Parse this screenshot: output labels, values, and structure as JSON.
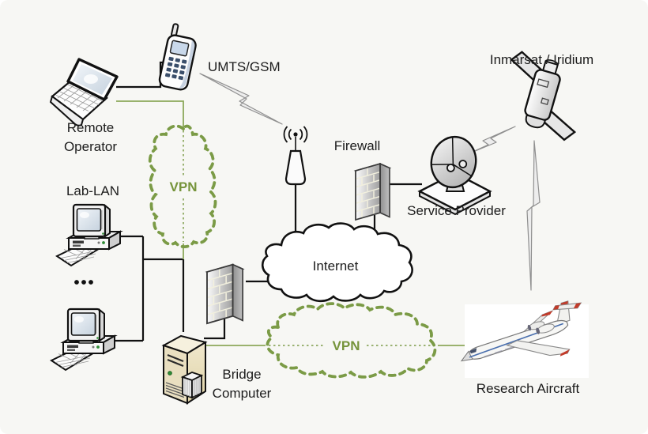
{
  "diagram": {
    "type": "network-architecture-diagram",
    "labels": {
      "remote_operator": "Remote\nOperator",
      "umts_gsm": "UMTS/GSM",
      "inmarsat": "Inmarsat / Iridium",
      "lab_lan": "Lab-LAN",
      "ellipsis": "...",
      "firewall": "Firewall",
      "service_provider": "Service Provider",
      "internet": "Internet",
      "bridge_computer": "Bridge\nComputer",
      "research_aircraft": "Research Aircraft",
      "vpn_tunnel_1": "VPN",
      "vpn_tunnel_2": "VPN"
    },
    "nodes": [
      {
        "id": "remote-operator",
        "icon": "laptop-icon",
        "label": "Remote Operator"
      },
      {
        "id": "umts-gsm",
        "icon": "mobile-phone-icon",
        "label": "UMTS/GSM"
      },
      {
        "id": "cell-antenna",
        "icon": "antenna-icon",
        "label": ""
      },
      {
        "id": "inmarsat-iridium",
        "icon": "satellite-icon",
        "label": "Inmarsat / Iridium"
      },
      {
        "id": "lab-lan",
        "icon": "desktop-computer-icon",
        "label": "Lab-LAN",
        "count": 2
      },
      {
        "id": "firewall-provider",
        "icon": "firewall-icon",
        "label": "Firewall"
      },
      {
        "id": "service-provider",
        "icon": "satellite-dish-icon",
        "label": "Service Provider"
      },
      {
        "id": "internet",
        "icon": "cloud-icon",
        "label": "Internet"
      },
      {
        "id": "firewall-bridge",
        "icon": "firewall-icon",
        "label": ""
      },
      {
        "id": "bridge-computer",
        "icon": "tower-computer-icon",
        "label": "Bridge Computer"
      },
      {
        "id": "research-aircraft",
        "icon": "jet-aircraft-image",
        "label": "Research Aircraft"
      }
    ],
    "links": [
      {
        "from": "remote-operator",
        "to": "umts-gsm",
        "style": "wired-black"
      },
      {
        "from": "remote-operator",
        "to": "vpn-tunnel-1",
        "style": "wired-green"
      },
      {
        "from": "umts-gsm",
        "to": "cell-antenna",
        "style": "wireless-lightning"
      },
      {
        "from": "cell-antenna",
        "to": "internet",
        "style": "wired-black"
      },
      {
        "from": "lab-lan",
        "to": "bridge-computer",
        "style": "wired-black"
      },
      {
        "from": "vpn-tunnel-1",
        "to": "bridge-computer",
        "style": "wired-green"
      },
      {
        "from": "firewall-provider",
        "to": "internet",
        "style": "wired-black"
      },
      {
        "from": "firewall-provider",
        "to": "service-provider",
        "style": "wired-black"
      },
      {
        "from": "service-provider",
        "to": "inmarsat-iridium",
        "style": "wireless-lightning"
      },
      {
        "from": "inmarsat-iridium",
        "to": "research-aircraft",
        "style": "wireless-lightning"
      },
      {
        "from": "firewall-bridge",
        "to": "internet",
        "style": "wired-black"
      },
      {
        "from": "bridge-computer",
        "to": "firewall-bridge",
        "style": "wired-black"
      },
      {
        "from": "bridge-computer",
        "to": "vpn-tunnel-2",
        "style": "wired-green"
      },
      {
        "from": "vpn-tunnel-2",
        "to": "research-aircraft",
        "style": "wired-green"
      }
    ],
    "colors": {
      "background": "#f7f7f4",
      "vpn_green": "#7b9b46",
      "green_line": "#8ca85a",
      "outline_black": "#111111",
      "bolt_gray": "#ededed",
      "tower_tan": "#e9dfc0",
      "accent_red": "#c23b2a",
      "screen_blue": "#c9d8ea"
    }
  }
}
